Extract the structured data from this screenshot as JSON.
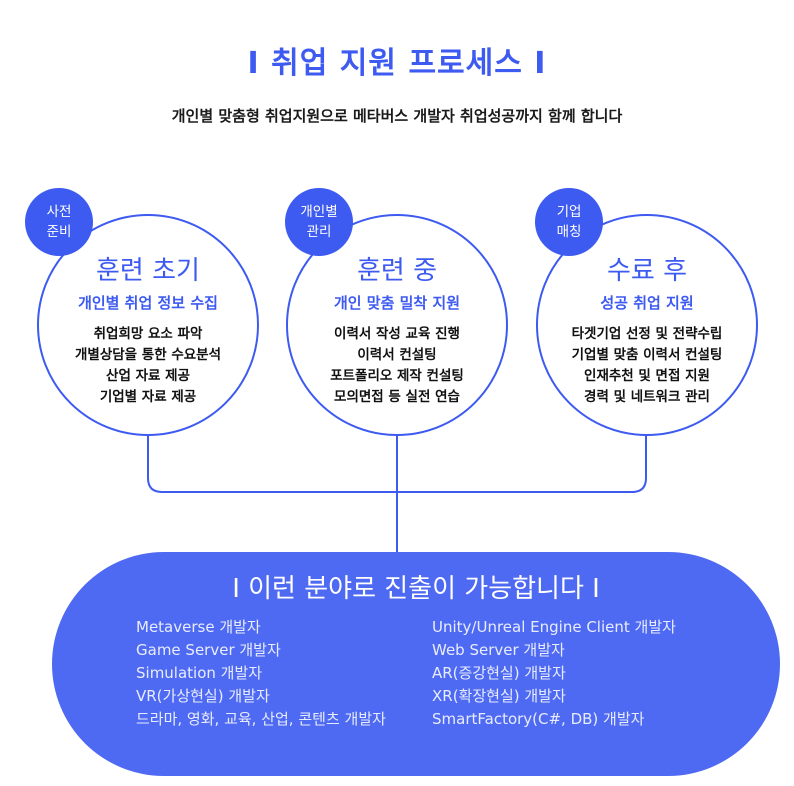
{
  "header": {
    "title": "I 취업 지원 프로세스 I",
    "subtitle": "개인별 맞춤형 취업지원으로 메타버스 개발자 취업성공까지 함께 합니다"
  },
  "stages": [
    {
      "badge": [
        "사전",
        "준비"
      ],
      "title": "훈련 초기",
      "subtitle": "개인별 취업 정보 수집",
      "items": [
        "취업희망 요소 파악",
        "개별상담을 통한 수요분석",
        "산업 자료 제공",
        "기업별 자료 제공"
      ]
    },
    {
      "badge": [
        "개인별",
        "관리"
      ],
      "title": "훈련 중",
      "subtitle": "개인 맞춤 밀착 지원",
      "items": [
        "이력서 작성 교육 진행",
        "이력서 컨설팅",
        "포트폴리오 제작 컨설팅",
        "모의면접 등 실전 연습"
      ]
    },
    {
      "badge": [
        "기업",
        "매칭"
      ],
      "title": "수료 후",
      "subtitle": "성공 취업 지원",
      "items": [
        "타겟기업 선정 및 전략수립",
        "기업별 맞춤 이력서 컨설팅",
        "인재추천 및 면접 지원",
        "경력 및 네트워크 관리"
      ]
    }
  ],
  "fields": {
    "title": "I 이런 분야로 진출이 가능합니다 I",
    "left": [
      "Metaverse 개발자",
      "Game Server 개발자",
      "Simulation 개발자",
      "VR(가상현실) 개발자",
      "드라마, 영화, 교육, 산업, 콘텐츠 개발자"
    ],
    "right": [
      "Unity/Unreal Engine Client 개발자",
      "Web Server 개발자",
      "AR(증강현실) 개발자",
      "XR(확장현실) 개발자",
      "SmartFactory(C#, DB) 개발자"
    ]
  },
  "colors": {
    "accent": "#3D5AF1",
    "pill": "#4F6AF2"
  }
}
